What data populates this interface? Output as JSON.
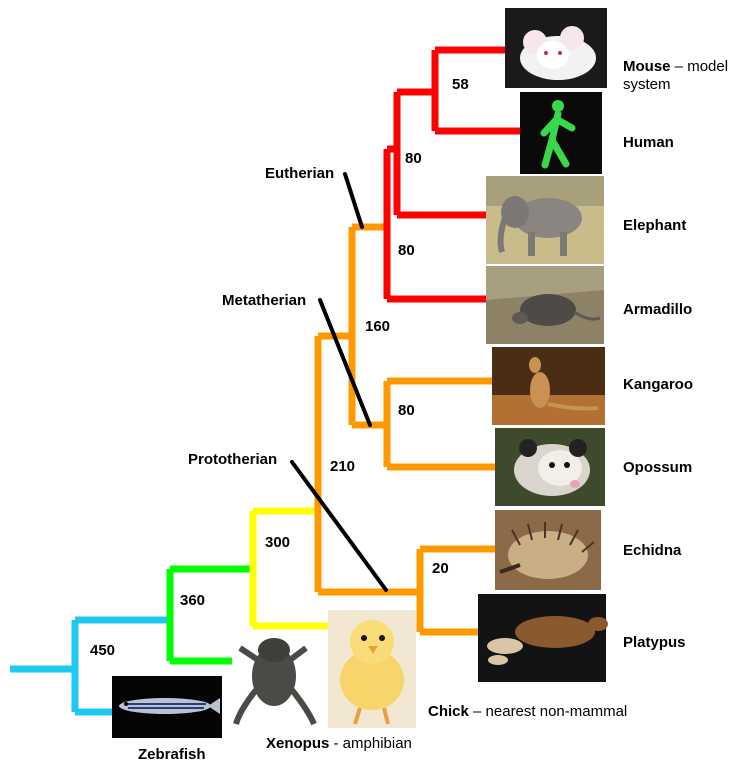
{
  "colors": {
    "fish": "#1ec8f0",
    "amphibian": "#00ff00",
    "tetrapod": "#ffff00",
    "amniote": "#ff9900",
    "eutherian": "#ff0000",
    "pointer": "#000000"
  },
  "divergence_mya": {
    "n450": "450",
    "n360": "360",
    "n300": "300",
    "n210": "210",
    "n160": "160",
    "n80_marsupial": "80",
    "n20": "20",
    "n80_afrotheria": "80",
    "n80_boreo": "80",
    "n58": "58"
  },
  "clade_labels": {
    "eutherian": "Eutherian",
    "metatherian": "Metatherian",
    "prototherian": "Prototherian"
  },
  "species": {
    "mouse": {
      "name": "Mouse",
      "note": " – model system",
      "icon": "mouse-photo"
    },
    "human": {
      "name": "Human",
      "icon": "walking-man-signal-photo"
    },
    "elephant": {
      "name": "Elephant",
      "icon": "elephant-photo"
    },
    "armadillo": {
      "name": "Armadillo",
      "icon": "armadillo-photo"
    },
    "kangaroo": {
      "name": "Kangaroo",
      "icon": "kangaroo-photo"
    },
    "opossum": {
      "name": "Opossum",
      "icon": "opossum-photo"
    },
    "echidna": {
      "name": "Echidna",
      "icon": "echidna-photo"
    },
    "platypus": {
      "name": "Platypus",
      "icon": "platypus-photo"
    },
    "chick": {
      "name": "Chick",
      "note": " – nearest non-mammal",
      "icon": "chick-photo"
    },
    "xenopus": {
      "name": "Xenopus",
      "note": " - amphibian",
      "icon": "frog-photo"
    },
    "zebrafish": {
      "name": "Zebrafish",
      "icon": "zebrafish-photo"
    }
  }
}
